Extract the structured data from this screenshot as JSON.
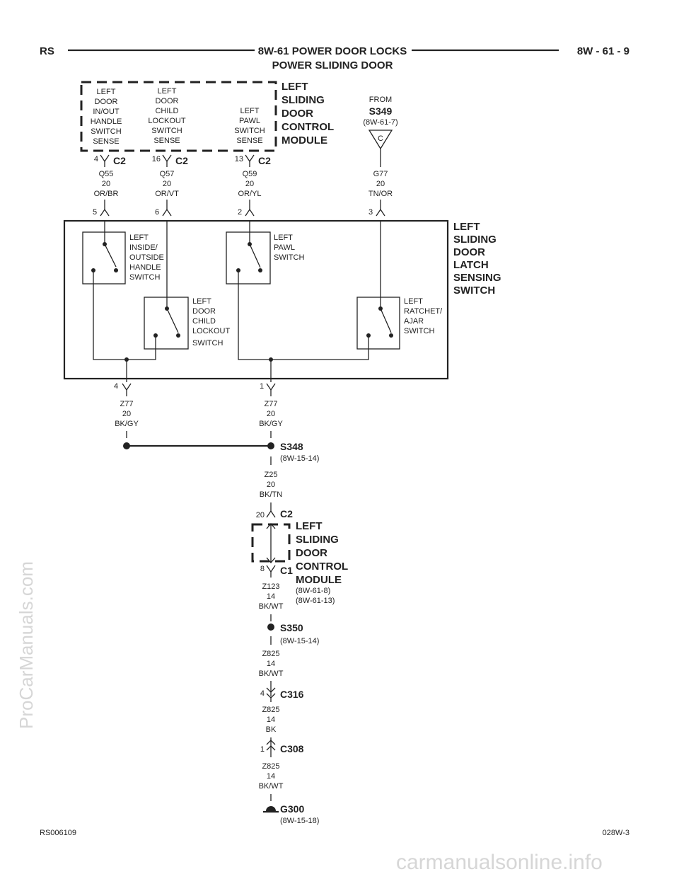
{
  "header": {
    "left": "RS",
    "title_line1": "8W-61 POWER DOOR LOCKS",
    "title_line2": "POWER SLIDING DOOR",
    "page": "8W - 61 - 9"
  },
  "footer": {
    "left": "RS006109",
    "right": "028W-3"
  },
  "watermarks": {
    "left": "ProCarManuals.com",
    "bottom": "carmanualsonline.info"
  },
  "module_top": {
    "name": [
      "LEFT",
      "SLIDING",
      "DOOR",
      "CONTROL",
      "MODULE"
    ],
    "inputs": [
      {
        "label": [
          "LEFT",
          "DOOR",
          "IN/OUT",
          "HANDLE",
          "SWITCH",
          "SENSE"
        ],
        "pin": "4",
        "connector": "C2",
        "wire": [
          "Q55",
          "20",
          "OR/BR"
        ],
        "latch_pin": "5"
      },
      {
        "label": [
          "LEFT",
          "DOOR",
          "CHILD",
          "LOCKOUT",
          "SWITCH",
          "SENSE"
        ],
        "pin": "16",
        "connector": "C2",
        "wire": [
          "Q57",
          "20",
          "OR/VT"
        ],
        "latch_pin": "6"
      },
      {
        "label": [
          "LEFT",
          "PAWL",
          "SWITCH",
          "SENSE"
        ],
        "pin": "13",
        "connector": "C2",
        "wire": [
          "Q59",
          "20",
          "OR/YL"
        ],
        "latch_pin": "2"
      }
    ]
  },
  "from_splice": {
    "from": "FROM",
    "name": "S349",
    "ref": "(8W-61-7)",
    "letter": "C",
    "wire": [
      "G77",
      "20",
      "TN/OR"
    ],
    "latch_pin": "3"
  },
  "latch": {
    "name": [
      "LEFT",
      "SLIDING",
      "DOOR",
      "LATCH",
      "SENSING",
      "SWITCH"
    ],
    "switches": [
      {
        "label": [
          "LEFT",
          "INSIDE/",
          "OUTSIDE",
          "HANDLE",
          "SWITCH"
        ]
      },
      {
        "label": [
          "LEFT",
          "DOOR",
          "CHILD",
          "LOCKOUT",
          "SWITCH"
        ]
      },
      {
        "label": [
          "LEFT",
          "PAWL",
          "SWITCH"
        ]
      },
      {
        "label": [
          "LEFT",
          "RATCHET/",
          "AJAR",
          "SWITCH"
        ]
      }
    ],
    "ground_pins": [
      {
        "pin": "4",
        "wire": [
          "Z77",
          "20",
          "BK/GY"
        ]
      },
      {
        "pin": "1",
        "wire": [
          "Z77",
          "20",
          "BK/GY"
        ]
      }
    ]
  },
  "ground_path": {
    "s348": {
      "name": "S348",
      "ref": "(8W-15-14)"
    },
    "wire_z25": [
      "Z25",
      "20",
      "BK/TN"
    ],
    "module_bottom": {
      "pin_in": "20",
      "conn_in": "C2",
      "name": [
        "LEFT",
        "SLIDING",
        "DOOR",
        "CONTROL",
        "MODULE"
      ],
      "refs": [
        "(8W-61-8)",
        "(8W-61-13)"
      ],
      "pin_out": "8",
      "conn_out": "C1"
    },
    "wire_z123": [
      "Z123",
      "14",
      "BK/WT"
    ],
    "s350": {
      "name": "S350",
      "ref": "(8W-15-14)"
    },
    "wire_z825_a": [
      "Z825",
      "14",
      "BK/WT"
    ],
    "c316": {
      "pin": "4",
      "name": "C316"
    },
    "wire_z825_b": [
      "Z825",
      "14",
      "BK"
    ],
    "c308": {
      "pin": "1",
      "name": "C308"
    },
    "wire_z825_c": [
      "Z825",
      "14",
      "BK/WT"
    ],
    "g300": {
      "name": "G300",
      "ref": "(8W-15-18)"
    }
  }
}
